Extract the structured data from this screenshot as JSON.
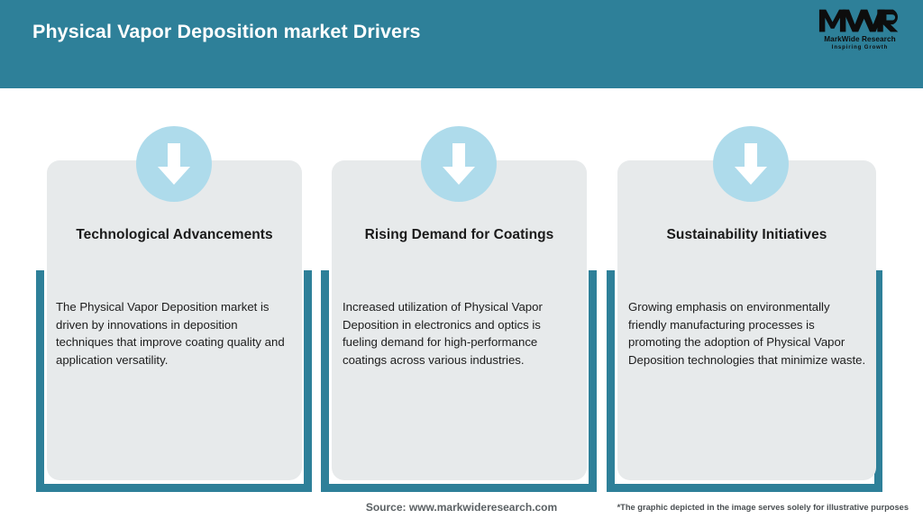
{
  "header": {
    "title": "Physical Vapor Deposition market Drivers",
    "bar_color": "#2E8099",
    "title_color": "#FFFFFF"
  },
  "logo": {
    "mark": "MWR",
    "name": "MarkWide Research",
    "tagline": "Inspiring Growth"
  },
  "theme": {
    "teal": "#2E8099",
    "card_fill": "#E7EAEB",
    "icon_circle": "#AEDBEB",
    "arrow": "#FFFFFF"
  },
  "cards": [
    {
      "icon": "down-arrow-icon",
      "title": "Technological Advancements",
      "body": "The Physical Vapor Deposition market is driven by innovations in deposition techniques that improve coating quality and application versatility."
    },
    {
      "icon": "down-arrow-icon",
      "title": "Rising Demand for Coatings",
      "body": "Increased utilization of Physical Vapor Deposition in electronics and optics is fueling demand for high-performance coatings across various industries."
    },
    {
      "icon": "down-arrow-icon",
      "title": "Sustainability Initiatives",
      "body": "Growing emphasis on environmentally friendly manufacturing processes is promoting the adoption of Physical Vapor Deposition technologies that minimize waste."
    }
  ],
  "footer": {
    "source": "Source: www.markwideresearch.com",
    "note": "*The graphic depicted in the image serves solely for illustrative purposes"
  }
}
